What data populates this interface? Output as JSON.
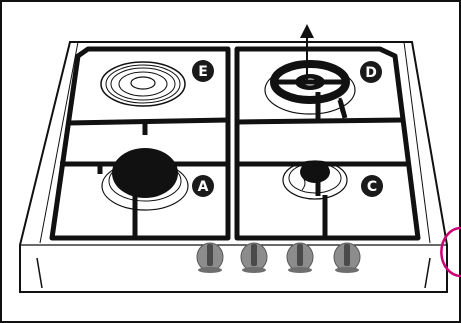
{
  "diagram": {
    "burners": [
      {
        "id": "A",
        "label": "A",
        "type": "large-gas-burner"
      },
      {
        "id": "B",
        "label": "",
        "type": "cropped-callout"
      },
      {
        "id": "C",
        "label": "C",
        "type": "small-gas-burner"
      },
      {
        "id": "D",
        "label": "D",
        "type": "triple-ring-gas-burner"
      },
      {
        "id": "E",
        "label": "E",
        "type": "electric-hotplate"
      }
    ],
    "knobs_count": 4,
    "colors": {
      "line": "#111111",
      "badge": "#1a1a1a",
      "badge_text": "#ffffff",
      "knob": "#8c8c8c",
      "knob_dark": "#5a5a5a",
      "accent": "#cc0077"
    },
    "icons": [
      "arrow-up-icon"
    ]
  }
}
